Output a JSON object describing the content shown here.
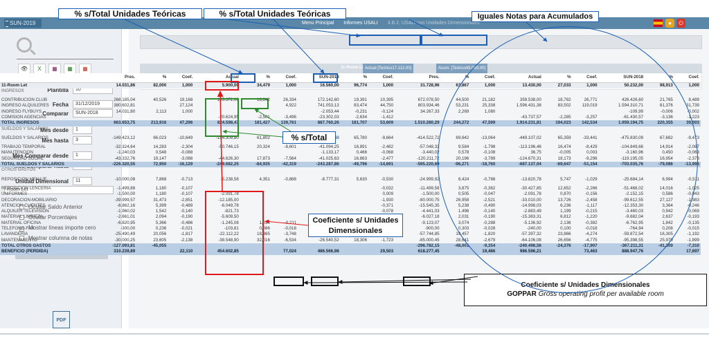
{
  "topbar": {
    "brand": "SUN-2019",
    "menu": [
      "Menu Principal",
      "Informes USALI",
      "3.B.2. USALI con Unidades Dimensionales"
    ]
  },
  "sidebar": {
    "plantilla_label": "Plantilla",
    "plantilla_value": "10",
    "fecha_label": "Fecha",
    "fecha_value": "31/12/2019",
    "comparar_label": "Comparar",
    "comparar_value": "SUN-2018",
    "mes_desde_label": "Mes desde",
    "mes_desde_value": "1",
    "mes_hasta_label": "Mes hasta",
    "mes_hasta_value": "3",
    "mcd_label": "Mes Comparar desde",
    "mcd_value": "1",
    "mch_label": "Mes Comparar hasta",
    "mch_value": "3",
    "ud_label": "Unidad Dimensional",
    "ud_value": "11",
    "ud_name": "Room Let",
    "options": [
      {
        "label": "Ocultar Saldo Anterior",
        "checked": false
      },
      {
        "label": "Ocultar Porcentajes",
        "checked": false
      },
      {
        "label": "Mostrar líneas importe cero",
        "checked": true
      },
      {
        "label": "Mostrar columna de notas",
        "checked": false
      }
    ]
  },
  "roombar": {
    "room": "11-Room Let",
    "actual": "Actual [Teórico17.112,00]",
    "acum": "Acum. [Teórico49.080,00]"
  },
  "table": {
    "headers": [
      "",
      "Pres.",
      "%",
      "Coef.",
      "Actual",
      "%",
      "Coef.",
      "SUN-2018",
      "%",
      "Coef.",
      "Pres.",
      "%",
      "Coef.",
      "Actual",
      "%",
      "Coef.",
      "SUN-2018",
      "%",
      "Coef."
    ],
    "rows": [
      {
        "type": "hl",
        "cells": [
          "11-Room Let",
          "14.031,86",
          "82,000",
          "1,000",
          "5.900,00",
          "34,479",
          "1,000",
          "16.560,00",
          "96,774",
          "1,000",
          "31.728,96",
          "63,867",
          "1,000",
          "13.430,00",
          "27,033",
          "1,000",
          "50.232,00",
          "98,913",
          "1,000"
        ]
      },
      {
        "type": "sec",
        "cells": [
          "INGRESOS"
        ]
      },
      {
        "type": "gap",
        "cells": [
          ""
        ]
      },
      {
        "type": "n",
        "cells": [
          "CONTRIBUCION CLUB",
          "268.185,04",
          "40,526",
          "19,168",
          "155.372,00",
          "18,842",
          "26,334",
          "172.142,60",
          "19,391",
          "10,395",
          "672.078,50",
          "44,500",
          "21,182",
          "359.538,00",
          "18,782",
          "26,771",
          "426.426,60",
          "21,765",
          "8,489"
        ]
      },
      {
        "type": "n",
        "cells": [
          "INGRESO ALQUILERES",
          "380.602,81",
          "",
          "27,124",
          "",
          "",
          "4,922",
          "741.053,13",
          "83,474",
          "44,750",
          "803.934,46",
          "53,231",
          "25,338",
          "1.596.431,38",
          "83,502",
          "119,019",
          "1.594.310,71",
          "81,376",
          "31,739"
        ]
      },
      {
        "type": "n",
        "cells": [
          "INGRESO FLYBUYS",
          "14.031,80",
          "2,113",
          "1,000",
          "",
          "",
          "",
          "-2.053,44",
          "-0,231",
          "-0,124",
          "34.267,33",
          "2,269",
          "1,080",
          "",
          "",
          "",
          "-109,99",
          "-0,006",
          "-0,002"
        ]
      },
      {
        "type": "n",
        "cells": [
          "COMISION AGENCIAS",
          "",
          "",
          "",
          "-20.624,95",
          "-2,501",
          "-3,496",
          "-23.302,03",
          "-2,634",
          "-1,412",
          "",
          "",
          "",
          "-43.737,57",
          "-2,285",
          "-3,257",
          "-61.430,57",
          "-3,136",
          "-1,223"
        ]
      },
      {
        "type": "tot",
        "cells": [
          "TOTAL INGRESOS",
          "663.653,75",
          "213,916",
          "47,296",
          "824.598,47",
          "181,427",
          "139,761",
          "887.760,26",
          "181,707",
          "53,609",
          "1.510.280,29",
          "244,272",
          "47,599",
          "1.914.231,81",
          "194,023",
          "142,534",
          "1.959.194,75",
          "220,355",
          "39,003"
        ]
      },
      {
        "type": "sec",
        "cells": [
          "SUELDOS Y SALARIOS"
        ]
      },
      {
        "type": "gap",
        "cells": [
          ""
        ]
      },
      {
        "type": "n",
        "cells": [
          "SUELDOS Y SALARIOS",
          "-149.423,12",
          "66,023",
          "-10,649",
          "-154.309,80",
          "61,802",
          "-26,154",
          "-160.034,48",
          "65,780",
          "-9,664",
          "-414.522,72",
          "69,642",
          "-13,064",
          "-449.107,02",
          "65,359",
          "-33,441",
          "-475.830,09",
          "67,682",
          "-9,473"
        ]
      },
      {
        "type": "gap",
        "cells": [
          ""
        ]
      },
      {
        "type": "n",
        "cells": [
          "TRABAJO TEMPORAL",
          "-32.324,64",
          "14,283",
          "-2,304",
          "-50.746,15",
          "20,324",
          "-8,601",
          "-41.094,25",
          "16,891",
          "-2,482",
          "-57.048,33",
          "9,584",
          "-1,798",
          "-113.196,46",
          "16,474",
          "-8,429",
          "-104.849,66",
          "14,914",
          "-2,087"
        ]
      },
      {
        "type": "n",
        "cells": [
          "MANUTENCION",
          "-1.240,03",
          "0,548",
          "-0,088",
          "",
          "",
          "",
          "-1.133,17",
          "0,466",
          "-0,068",
          "-3.440,02",
          "0,578",
          "-0,108",
          "36,75",
          "-0,005",
          "0,003",
          "-3.160,96",
          "0,450",
          "-0,063"
        ]
      },
      {
        "type": "n",
        "cells": [
          "SEGURIDAD SOCIAL",
          "-43.332,76",
          "19,147",
          "-3,088",
          "-44.626,30",
          "17,873",
          "-7,564",
          "-41.025,63",
          "16,863",
          "-2,477",
          "-120.211,72",
          "20,196",
          "-3,789",
          "-124.670,31",
          "18,173",
          "-9,296",
          "-119.195,05",
          "16,954",
          "-2,373"
        ]
      },
      {
        "type": "tot",
        "cells": [
          "TOTAL SUELDOS Y SALARIOS",
          "-226.320,55",
          "72,950",
          "-16,129",
          "-249.682,25",
          "-84,935",
          "-42,319",
          "-243.287,86",
          "-49,796",
          "-14,691",
          "-595.220,69",
          "-96,271",
          "-18,760",
          "-687.137,04",
          "-69,647",
          "-51,154",
          "-703.035,76",
          "-79,086",
          "-13,996"
        ]
      },
      {
        "type": "sec",
        "cells": [
          "OTROS GASTOS"
        ]
      },
      {
        "type": "gap",
        "cells": [
          ""
        ]
      },
      {
        "type": "n",
        "cells": [
          "REPOSICION MENAJE",
          "-10.000,08",
          "7,868",
          "-0,713",
          "-5.238,58",
          "4,351",
          "-0,888",
          "-8.777,31",
          "5,630",
          "-0,530",
          "-24.999,92",
          "8,424",
          "-0,788",
          "-13.820,78",
          "5,747",
          "-1,029",
          "-25.684,14",
          "6,994",
          "-0,511"
        ]
      },
      {
        "type": "gap",
        "cells": [
          ""
        ]
      },
      {
        "type": "n",
        "cells": [
          "REPOSICION LENCERIA",
          "-1.499,88",
          "1,180",
          "-0,107",
          "",
          "",
          "",
          "",
          "",
          "-0,032",
          "-11.499,58",
          "3,875",
          "-0,362",
          "-30.427,85",
          "12,652",
          "-2,266",
          "-51.468,02",
          "14,016",
          "-1,025"
        ]
      },
      {
        "type": "n",
        "cells": [
          "UNIFORMES",
          "-1.500,00",
          "1,180",
          "-0,107",
          "-2.091,78",
          "",
          "",
          "",
          "",
          "0,009",
          "-1.500,00",
          "0,505",
          "-0,047",
          "-2.091,78",
          "0,870",
          "-0,156",
          "-2.152,15",
          "0,586",
          "-0,043"
        ]
      },
      {
        "type": "n",
        "cells": [
          "DECORACION-MOBILIARIO",
          "-39.999,57",
          "31,473",
          "-2,851",
          "-12.185,00",
          "",
          "",
          "",
          "",
          "-1,930",
          "-80.000,75",
          "26,958",
          "-2,521",
          "-33.010,00",
          "13,726",
          "-2,458",
          "-99.612,55",
          "27,127",
          "-1,983"
        ]
      },
      {
        "type": "n",
        "cells": [
          "ATENCION CLIENTES",
          "-6.862,16",
          "5,399",
          "-0,489",
          "-6.049,78",
          "",
          "",
          "",
          "",
          "-0,371",
          "-15.545,35",
          "5,238",
          "-0,490",
          "-14.998,03",
          "6,236",
          "-1,117",
          "-12.353,30",
          "3,364",
          "-0,246"
        ]
      },
      {
        "type": "n",
        "cells": [
          "ALQUILER TELEVISION",
          "-1.960,02",
          "1,542",
          "-0,140",
          "-821,73",
          "",
          "",
          "",
          "",
          "-0,078",
          "-4.441,03",
          "1,496",
          "-0,140",
          "-2.883,49",
          "1,199",
          "-0,215",
          "-3.460,03",
          "0,942",
          "-0,069"
        ]
      },
      {
        "type": "n",
        "cells": [
          "MATERIAL LIMPIEZA",
          "-2.661,01",
          "2,094",
          "-0,190",
          "-5.609,50",
          "",
          "",
          "",
          "",
          "-0,202",
          "-6.027,18",
          "2,031",
          "-0,190",
          "-15.383,31",
          "6,812",
          "-1,220",
          "-9.682,04",
          "2,637",
          "-0,193"
        ]
      },
      {
        "type": "n",
        "cells": [
          "MATERIAL OFICINA",
          "-6.820,95",
          "5,366",
          "-0,486",
          "-1.245,08",
          "1,034",
          "-0,211",
          "-1.563,41",
          "1,003",
          "-0,094",
          "-9.123,07",
          "3,074",
          "-0,288",
          "-5.136,92",
          "2,136",
          "-0,382",
          "-6.762,95",
          "1,842",
          "-0,135"
        ]
      },
      {
        "type": "n",
        "cells": [
          "TELEFONO-FAX",
          "-300,00",
          "0,236",
          "-0,021",
          "-103,81",
          "0,086",
          "-0,018",
          "-334,48",
          "0,215",
          "-0,020",
          "-900,00",
          "0,303",
          "-0,028",
          "-240,00",
          "0,100",
          "-0,018",
          "-764,94",
          "0,208",
          "-0,015"
        ]
      },
      {
        "type": "n",
        "cells": [
          "LAVANDERIA",
          "-25.490,49",
          "20,056",
          "-1,817",
          "-22.112,22",
          "18,365",
          "-3,748",
          "-23.895,66",
          "15,327",
          "-1,443",
          "-57.744,85",
          "19,457",
          "-1,820",
          "-57.397,32",
          "23,866",
          "-4,274",
          "-59.872,54",
          "16,305",
          "-1,192"
        ]
      },
      {
        "type": "n",
        "cells": [
          "MANTENIMIENTO",
          "-30.000,25",
          "23,605",
          "-2,138",
          "-38.548,90",
          "32,016",
          "-6,534",
          "-26.540,52",
          "18,306",
          "-1,723",
          "-85.000,45",
          "28,641",
          "-2,679",
          "-64.106,08",
          "26,656",
          "-4,775",
          "-95.398,55",
          "25,979",
          "-1,899"
        ]
      },
      {
        "type": "tot",
        "cells": [
          "TOTAL OTROS GASTOS",
          "-127.093,81",
          "-45,055",
          "",
          "",
          "",
          "",
          "",
          "",
          "",
          "-296.782,15",
          "-48,001",
          "-9,354",
          "-240.498,56",
          "-24,376",
          "-17,907",
          "-367.211,31",
          "-41,309",
          "-7,310"
        ]
      },
      {
        "type": "ben",
        "cells": [
          "BENEFICIO (PERDIDA)",
          "310.239,89",
          "",
          "22,110",
          "454.602,85",
          "",
          "77,024",
          "486.566,98",
          "",
          "29,503",
          "618.277,45",
          "",
          "19,486",
          "986.596,21",
          "",
          "73,463",
          "888.947,76",
          "",
          "17,697"
        ]
      }
    ]
  },
  "annotations": {
    "c1": "% s/Total Unidades Teóricas",
    "c2": "% s/Total Unidades Teóricas",
    "c3": "Iguales Notas para Acumulados",
    "c4": "% s/Total",
    "c5_l1": "Coeficiente s/ Unidades",
    "c5_l2": "Dimensionales",
    "c6_l1": "Coeficiente s/ Unidades Dimensionales",
    "c6_l2a": "GOPPAR",
    "c6_l2b": "Gross operating profit per available room"
  },
  "colors": {
    "topbar": "#5a87a8",
    "total_row": "#b9cde5",
    "annot_red": "#e01818",
    "annot_green": "#2c8a2c",
    "annot_blue": "#1a5fb4"
  }
}
